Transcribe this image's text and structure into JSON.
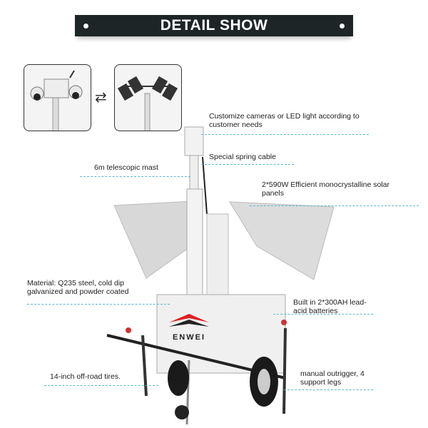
{
  "banner": {
    "title": "DETAIL SHOW"
  },
  "thumbnails": [
    {
      "icon": "camera-head-icon"
    },
    {
      "icon": "led-light-head-icon"
    }
  ],
  "swap_icon": "⇄",
  "logo": {
    "text": "ENWEI",
    "color": "#e02020"
  },
  "annotations": {
    "customize": "Customize cameras or LED light according to customer needs",
    "spring_cable": "Special spring cable",
    "mast": "6m telescopic mast",
    "solar": "2*590W Efficient monocrystalline solar panels",
    "material": "Material: Q235 steel, cold dip galvanized and powder coated",
    "batteries": "Built in 2*300AH lead-acid batteries",
    "tires": "14-inch off-road tires.",
    "outrigger": "manual outrigger, 4 support legs"
  },
  "colors": {
    "banner": "#1d2527",
    "leader_line": "#5ab7cf",
    "accent": "#e02020"
  }
}
